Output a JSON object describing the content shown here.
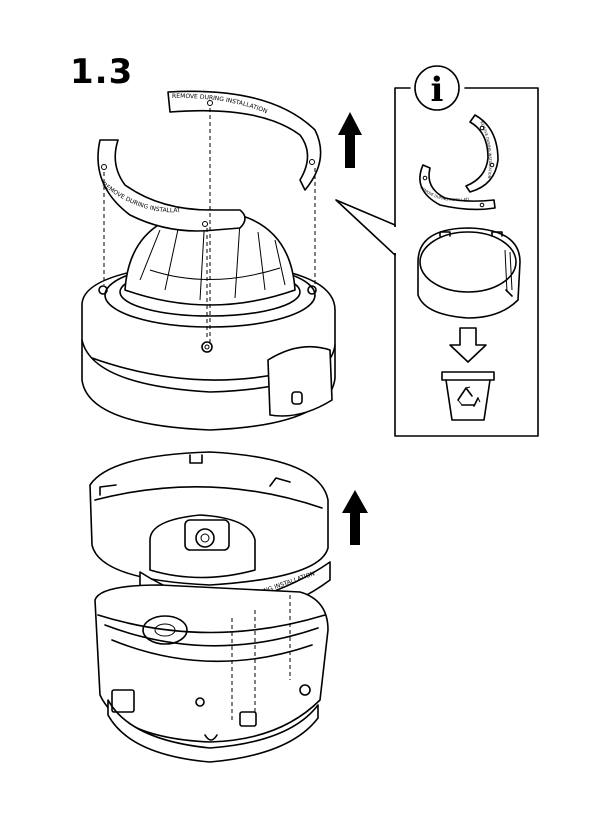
{
  "step": {
    "number": "1.3"
  },
  "info_box": {
    "icon": "info-icon",
    "glyph": "i"
  },
  "labels": {
    "remove_during_installation": "REMOVE DURING INSTALLATION"
  },
  "icons": {
    "arrow_up": "arrow-up-icon",
    "arrow_down": "arrow-down-icon",
    "recycle_bin": "recycle-bin-icon"
  }
}
